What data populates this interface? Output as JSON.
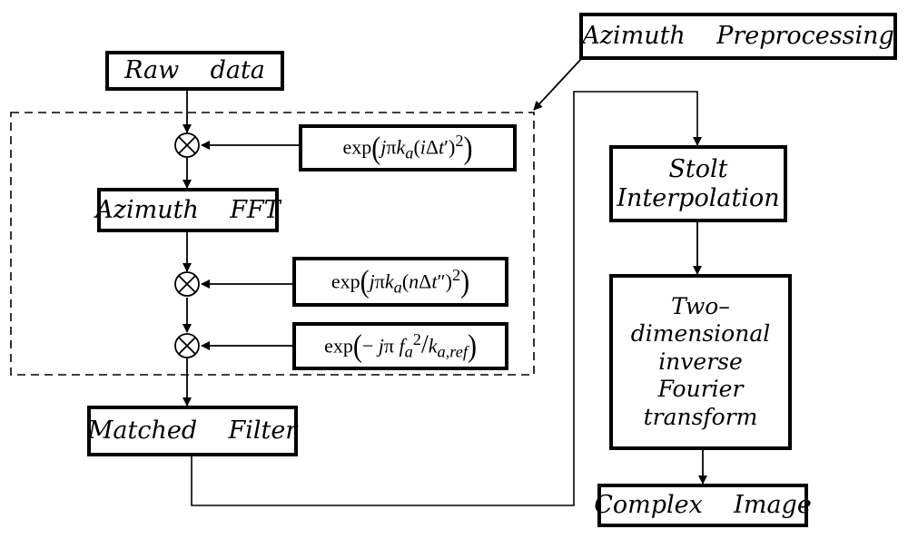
{
  "nodes": {
    "raw_data": "Raw    data",
    "azimuth_preprocessing": "Azimuth    Preprocessing",
    "azimuth_fft": "Azimuth    FFT",
    "matched_filter": "Matched    Filter",
    "stolt_interpolation_line1": "Stolt",
    "stolt_interpolation_line2": "Interpolation",
    "two_dim_ifft_lines": [
      "Two–",
      "dimensional",
      "inverse",
      "Fourier",
      "transform"
    ],
    "complex_image": "Complex    Image"
  },
  "equations": {
    "eq1": {
      "prefix": "exp",
      "content": "jπk_a(iΔt′)²"
    },
    "eq2": {
      "prefix": "exp",
      "content": "jπk_a(nΔt″)²"
    },
    "eq3": {
      "prefix": "exp",
      "content": "− jπ f_a² / k_a,ref"
    }
  },
  "multiplier_symbol": "⊗"
}
